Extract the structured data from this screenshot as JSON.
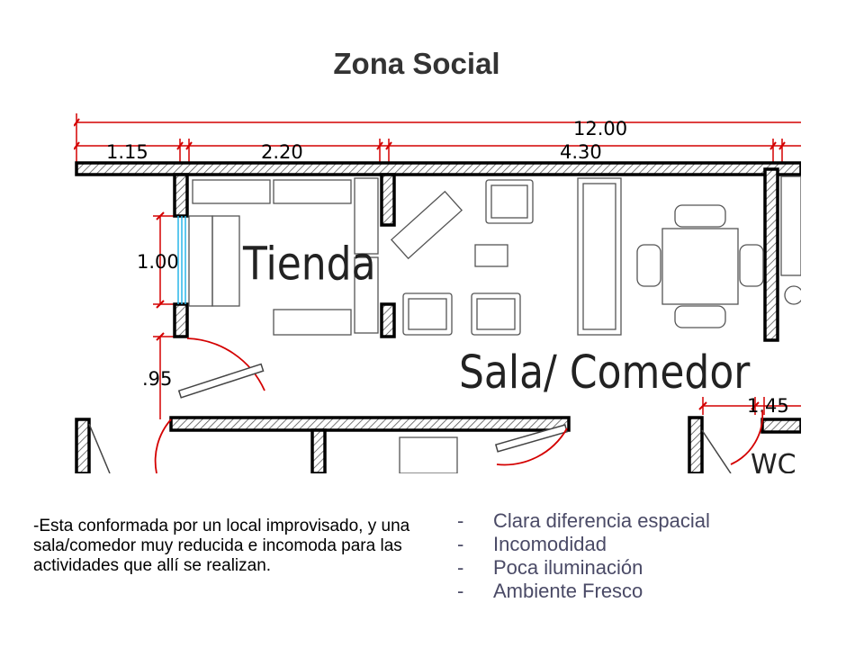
{
  "slide": {
    "title": "Zona Social",
    "description": "-Esta conformada por un local improvisado, y una sala/comedor muy reducida e incomoda para las actividades que allí se realizan.",
    "bullet_marker": "-",
    "bullets": [
      "Clara diferencia espacial",
      "Incomodidad",
      "Poca iluminación",
      "Ambiente Fresco"
    ]
  },
  "plan": {
    "dimensions": [
      "12.00",
      "1.15",
      "2.20",
      "4.30",
      "1.00",
      ".95",
      "1.45"
    ],
    "rooms": [
      "Tienda",
      "Sala/ Comedor",
      "WC"
    ],
    "colors": {
      "wall": "#000000",
      "hatch": "#555555",
      "dimension": "#d40000",
      "window": "#29b6e8",
      "furniture": "#555555"
    }
  }
}
